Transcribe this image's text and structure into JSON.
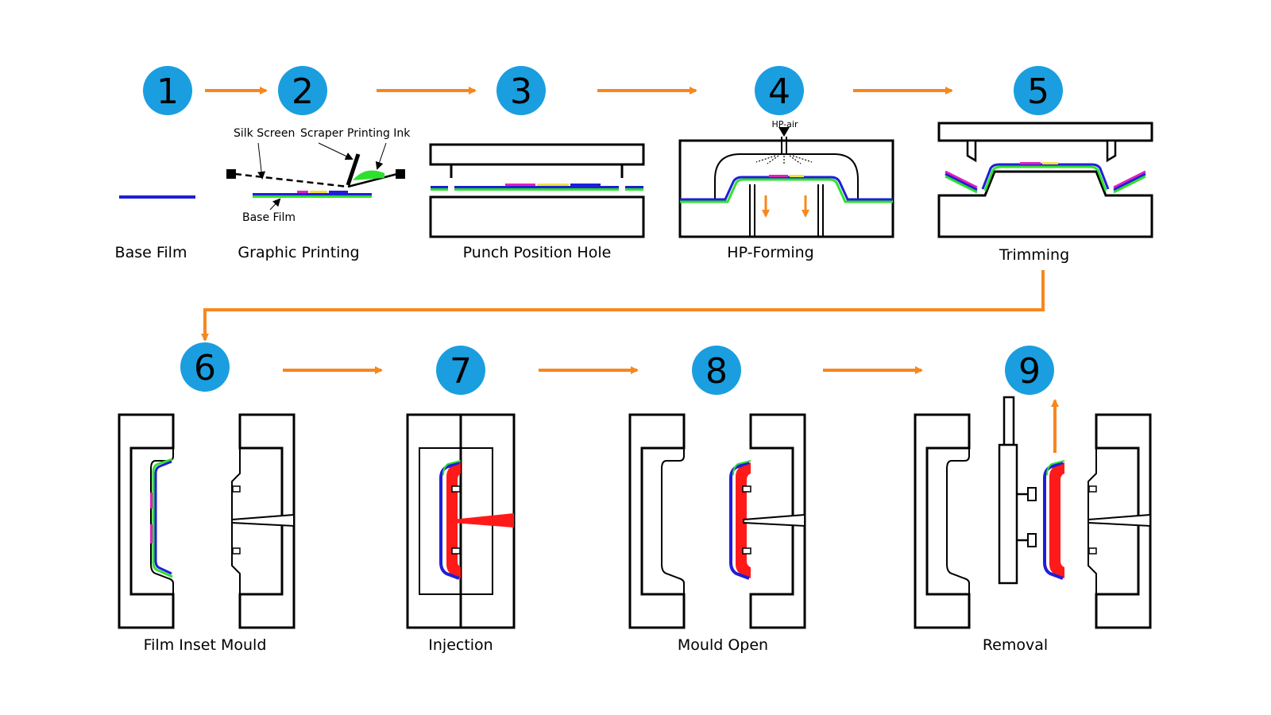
{
  "colors": {
    "circle": "#1a9ee0",
    "arrow": "#f7871c",
    "film_blue": "#1f1fd6",
    "film_green": "#2ee02e",
    "ink_magenta": "#e020c0",
    "ink_yellow": "#f0e040",
    "ink_green": "#2ee02e",
    "injection_red": "#ff1a1a"
  },
  "steps": [
    {
      "number": "1",
      "label": "Base Film"
    },
    {
      "number": "2",
      "label": "Graphic Printing"
    },
    {
      "number": "3",
      "label": "Punch Position Hole"
    },
    {
      "number": "4",
      "label": "HP-Forming"
    },
    {
      "number": "5",
      "label": "Trimming"
    },
    {
      "number": "6",
      "label": "Film Inset Mould"
    },
    {
      "number": "7",
      "label": "Injection"
    },
    {
      "number": "8",
      "label": "Mould Open"
    },
    {
      "number": "9",
      "label": "Removal"
    }
  ],
  "annotations": {
    "silk_screen": "Silk Screen",
    "scraper": "Scraper",
    "printing_ink": "Printing Ink",
    "base_film": "Base Film",
    "hp_air": "HP-air"
  }
}
